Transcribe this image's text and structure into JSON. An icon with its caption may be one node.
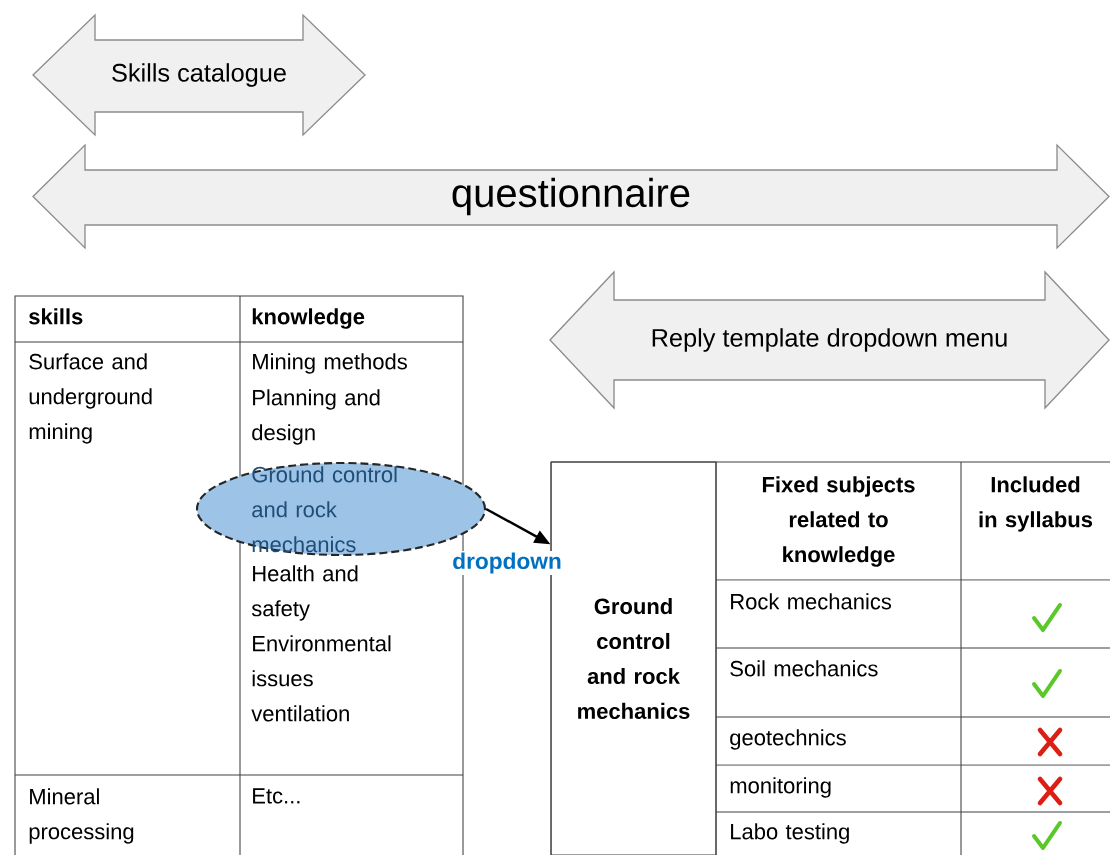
{
  "diagram": {
    "nodes": [
      {
        "text": [
          "Skills catalogue"
        ]
      },
      {
        "text": [
          "questionnaire"
        ]
      },
      {
        "text": [
          "Reply template dropdown menu"
        ]
      },
      {
        "text": [
          "Ground control and rock mechanics"
        ]
      },
      {
        "text": [
          "Ground control and rock mechanics"
        ]
      }
    ],
    "edges": [
      {
        "from": 3,
        "to": 4,
        "arrow": "to",
        "label": "dropdown"
      }
    ],
    "labels": [
      "skills",
      "knowledge",
      "Surface and underground mining",
      "Mining methods",
      "Planning and design",
      "Health and safety",
      "Environmental issues",
      "ventilation",
      "Mineral processing",
      "Etc...",
      "Fixed subjects related to knowledge",
      "Included in syllabus",
      "Rock mechanics",
      "Soil mechanics",
      "geotechnics",
      "monitoring",
      "Labo testing"
    ]
  }
}
